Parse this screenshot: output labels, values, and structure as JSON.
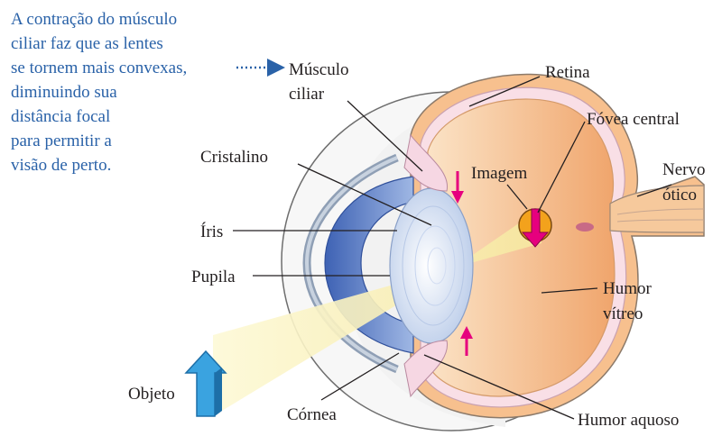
{
  "caption": {
    "lines": [
      "A contração do músculo",
      "ciliar faz que as lentes",
      "se tornem mais convexas,",
      "diminuindo sua",
      "distância focal",
      "para permitir a",
      "visão de perto."
    ]
  },
  "labels": {
    "musculo_ciliar_1": "Músculo",
    "musculo_ciliar_2": "ciliar",
    "retina": "Retina",
    "fovea": "Fóvea central",
    "cristalino": "Cristalino",
    "imagem": "Imagem",
    "nervo_1": "Nervo",
    "nervo_2": "ótico",
    "iris": "Íris",
    "pupila": "Pupila",
    "humor_vitreo_1": "Humor",
    "humor_vitreo_2": "vítreo",
    "objeto": "Objeto",
    "cornea": "Córnea",
    "humor_aquoso": "Humor aquoso"
  },
  "colors": {
    "caption": "#2a62a8",
    "label": "#231f20",
    "arrow_magenta": "#e6007e",
    "object_arrow": "#3aa3e0",
    "vitreous": "#f5b787",
    "light_beam": "#f8f0b0"
  }
}
